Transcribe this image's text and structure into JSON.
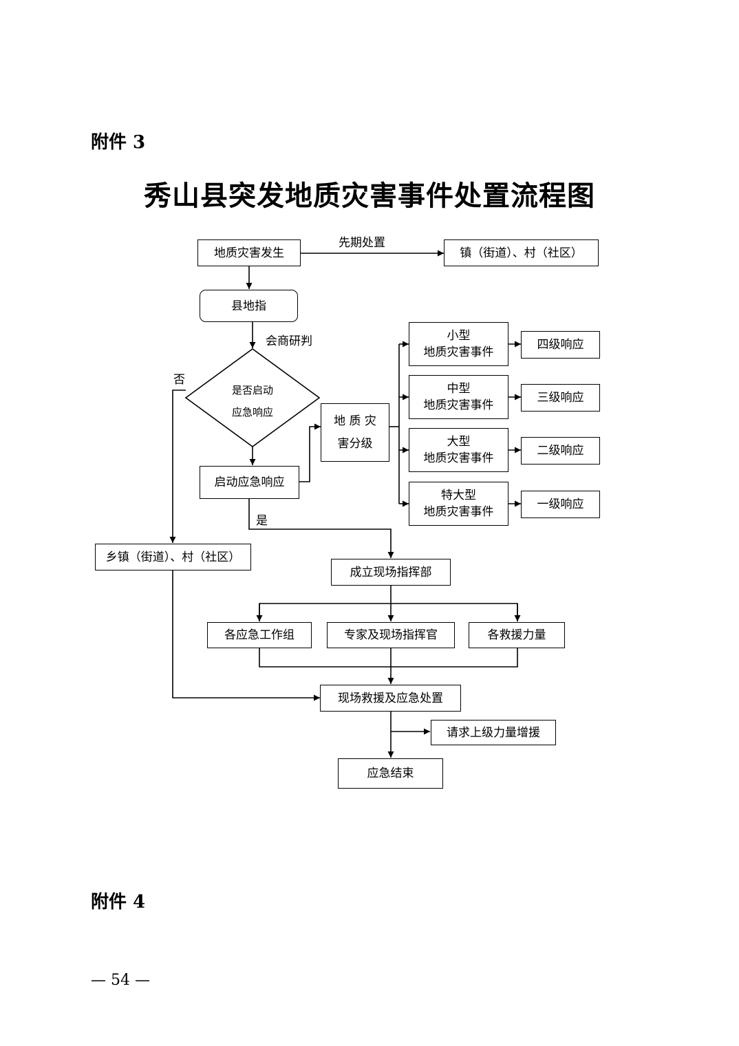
{
  "attachment_3": "附件 3",
  "title": "秀山县突发地质灾害事件处置流程图",
  "attachment_4": "附件 4",
  "page_number": "— 54 —",
  "flow": {
    "disaster_occurs": "地质灾害发生",
    "early_response_label": "先期处置",
    "town_village_top": "镇（街道）、村（社区）",
    "county_hq": "县地指",
    "consult_label": "会商研判",
    "decision_line1": "是否启动",
    "decision_line2": "应急响应",
    "no_label": "否",
    "yes_label": "是",
    "start_response": "启动应急响应",
    "classification_line1": "地 质 灾",
    "classification_line2": "害分级",
    "levels": [
      {
        "type_line1": "小型",
        "type_line2": "地质灾害事件",
        "response": "四级响应"
      },
      {
        "type_line1": "中型",
        "type_line2": "地质灾害事件",
        "response": "三级响应"
      },
      {
        "type_line1": "大型",
        "type_line2": "地质灾害事件",
        "response": "二级响应"
      },
      {
        "type_line1": "特大型",
        "type_line2": "地质灾害事件",
        "response": "一级响应"
      }
    ],
    "town_village_left": "乡镇（街道）、村（社区）",
    "field_command": "成立现场指挥部",
    "working_groups": "各应急工作组",
    "experts_commander": "专家及现场指挥官",
    "rescue_forces": "各救援力量",
    "onsite_rescue": "现场救援及应急处置",
    "request_support": "请求上级力量增援",
    "response_end": "应急结束"
  }
}
